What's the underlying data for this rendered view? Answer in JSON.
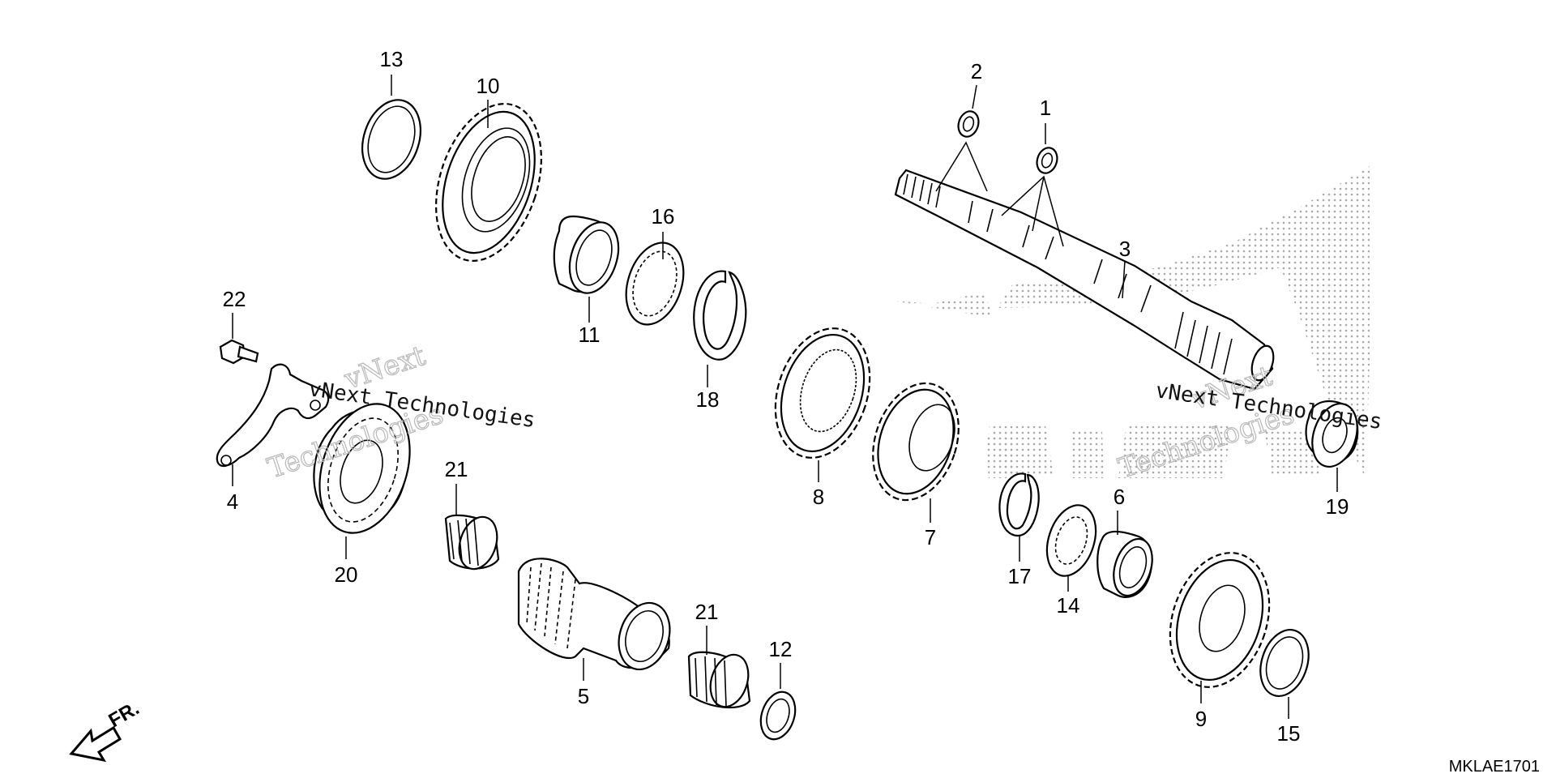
{
  "diagram": {
    "code": "MKLAE1701",
    "direction_label": "FR.",
    "watermark": {
      "line1": "vNext",
      "line2": "Technologies",
      "overlay": "vNext Technologies"
    },
    "callouts": {
      "c1": "1",
      "c2": "2",
      "c3": "3",
      "c4": "4",
      "c5": "5",
      "c6": "6",
      "c7": "7",
      "c8": "8",
      "c9": "9",
      "c10": "10",
      "c11": "11",
      "c12": "12",
      "c13": "13",
      "c14": "14",
      "c15": "15",
      "c16": "16",
      "c17": "17",
      "c18": "18",
      "c19": "19",
      "c20": "20",
      "c21a": "21",
      "c21b": "21",
      "c22": "22"
    }
  }
}
